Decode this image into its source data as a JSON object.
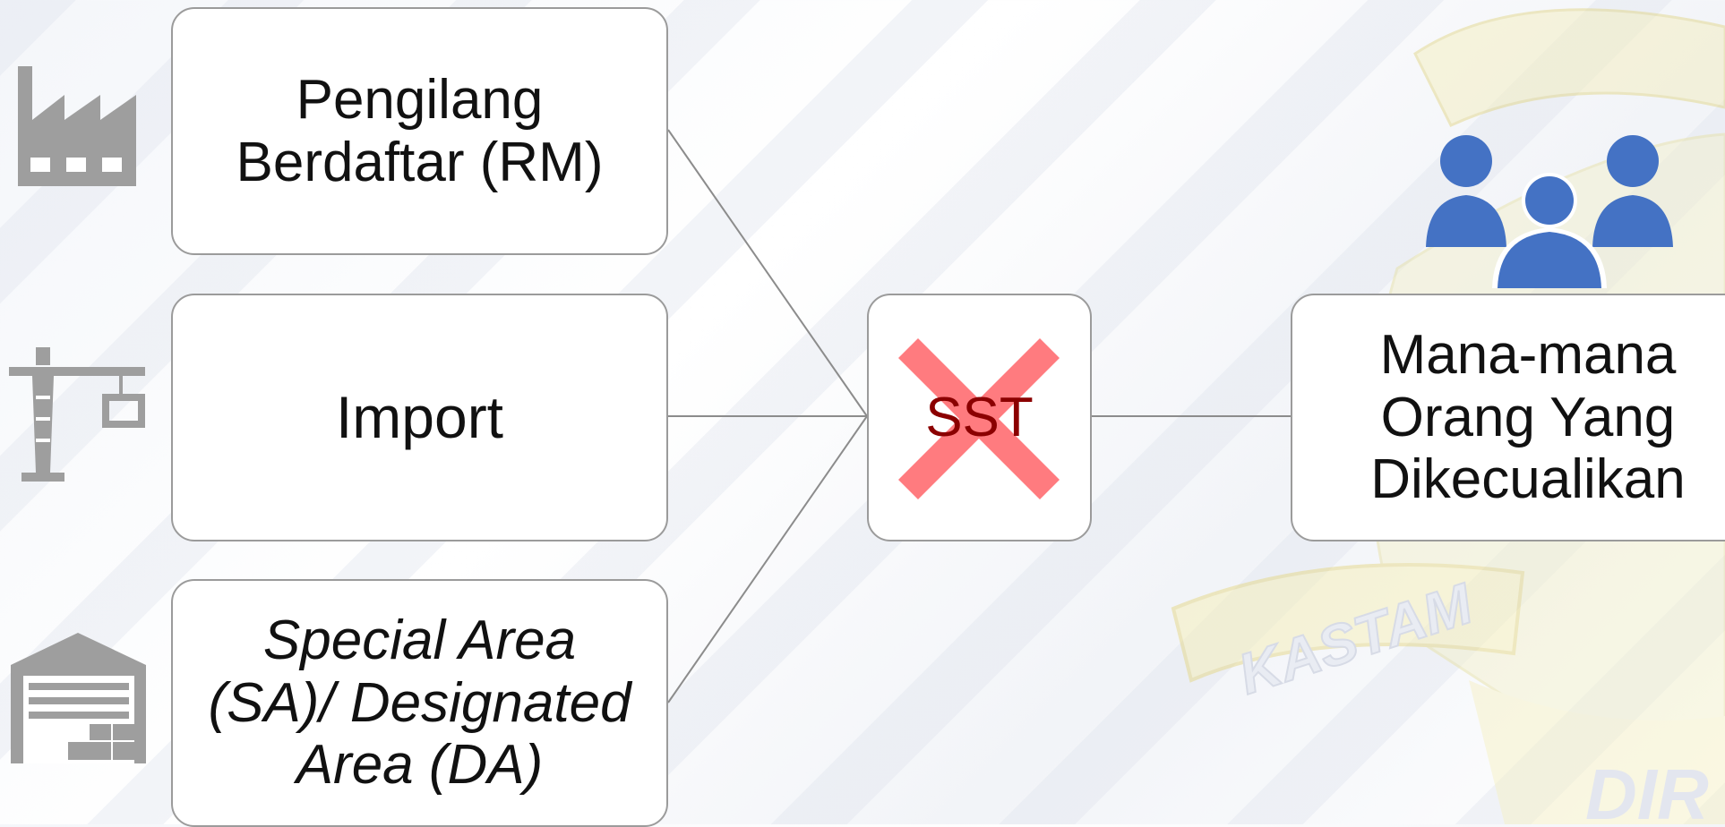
{
  "inputs": [
    {
      "lines": [
        "Pengilang",
        "Berdaftar (RM)"
      ],
      "italic": false,
      "icon": "factory-icon"
    },
    {
      "lines": [
        "Import"
      ],
      "italic": false,
      "icon": "crane-icon"
    },
    {
      "lines": [
        "Special Area",
        "(SA)/ Designated",
        "Area (DA)"
      ],
      "italic": true,
      "icon": "warehouse-icon"
    }
  ],
  "center": {
    "label": "SST",
    "mark": "cross-icon",
    "mark_color": "#ff7b7f"
  },
  "output": {
    "lines": [
      "Mana-mana",
      "Orang Yang",
      "Dikecualikan"
    ],
    "icon": "people-group-icon",
    "icon_color": "#4472c4"
  },
  "watermark": {
    "ribbon_text": "KASTAM",
    "lower_text": "DIR"
  },
  "colors": {
    "connector": "#8c8c8c",
    "icon_gray": "#9e9e9e",
    "box_border": "#9b9b9b"
  }
}
